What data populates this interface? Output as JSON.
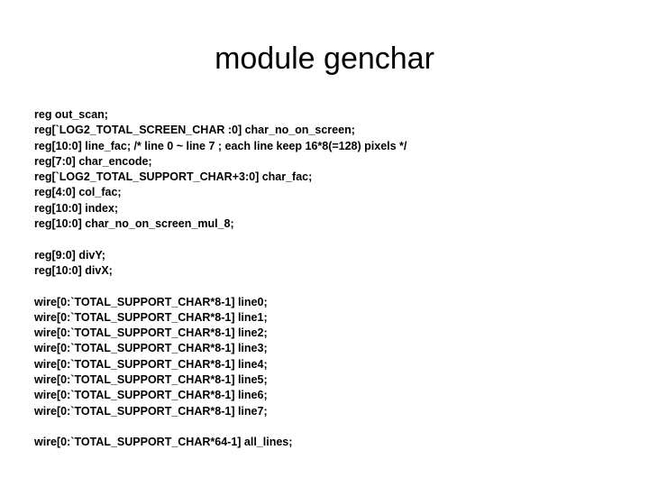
{
  "slide": {
    "title": "module genchar",
    "background_color": "#ffffff",
    "text_color": "#000000",
    "code_lines": [
      "reg out_scan;",
      "reg[`LOG2_TOTAL_SCREEN_CHAR :0] char_no_on_screen;",
      "reg[10:0] line_fac; /* line 0 ~ line 7 ; each line keep 16*8(=128) pixels */",
      "reg[7:0] char_encode;",
      "reg[`LOG2_TOTAL_SUPPORT_CHAR+3:0] char_fac;",
      "reg[4:0] col_fac;",
      "reg[10:0] index;",
      "reg[10:0] char_no_on_screen_mul_8;",
      "",
      "reg[9:0] divY;",
      "reg[10:0] divX;",
      "",
      "wire[0:`TOTAL_SUPPORT_CHAR*8-1] line0;",
      "wire[0:`TOTAL_SUPPORT_CHAR*8-1] line1;",
      "wire[0:`TOTAL_SUPPORT_CHAR*8-1] line2;",
      "wire[0:`TOTAL_SUPPORT_CHAR*8-1] line3;",
      "wire[0:`TOTAL_SUPPORT_CHAR*8-1] line4;",
      "wire[0:`TOTAL_SUPPORT_CHAR*8-1] line5;",
      "wire[0:`TOTAL_SUPPORT_CHAR*8-1] line6;",
      "wire[0:`TOTAL_SUPPORT_CHAR*8-1] line7;",
      "",
      "wire[0:`TOTAL_SUPPORT_CHAR*64-1] all_lines;"
    ]
  }
}
